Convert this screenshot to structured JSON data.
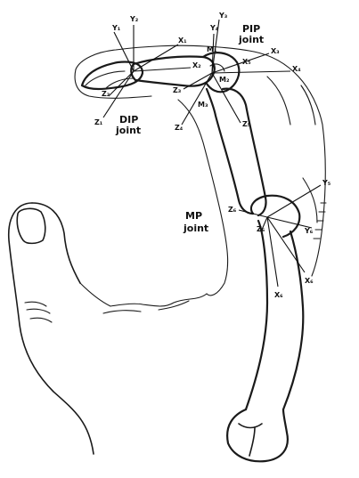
{
  "joints": {
    "pip": [
      "PIP",
      "joint"
    ],
    "dip": [
      "DIP",
      "joint"
    ],
    "mp": [
      "MP",
      "joint"
    ]
  },
  "axis_labels": {
    "y1": "Y₁",
    "z1": "Z₁",
    "x1": "X₁",
    "y2": "Y₂",
    "z2": "Z₂",
    "x2": "X₂",
    "y3": "Y₃",
    "z3": "Z₃",
    "x3": "X₃",
    "y4": "Y₄",
    "z4": "Z₄",
    "x4": "X₄",
    "y5": "Y₅",
    "z5": "Z₅",
    "x5": "X₅",
    "y6": "Y₆",
    "z6": "Z₆",
    "x6": "X₆"
  },
  "origin_labels": {
    "m1": "M₁",
    "m2": "M₂",
    "m3": "M₃"
  }
}
